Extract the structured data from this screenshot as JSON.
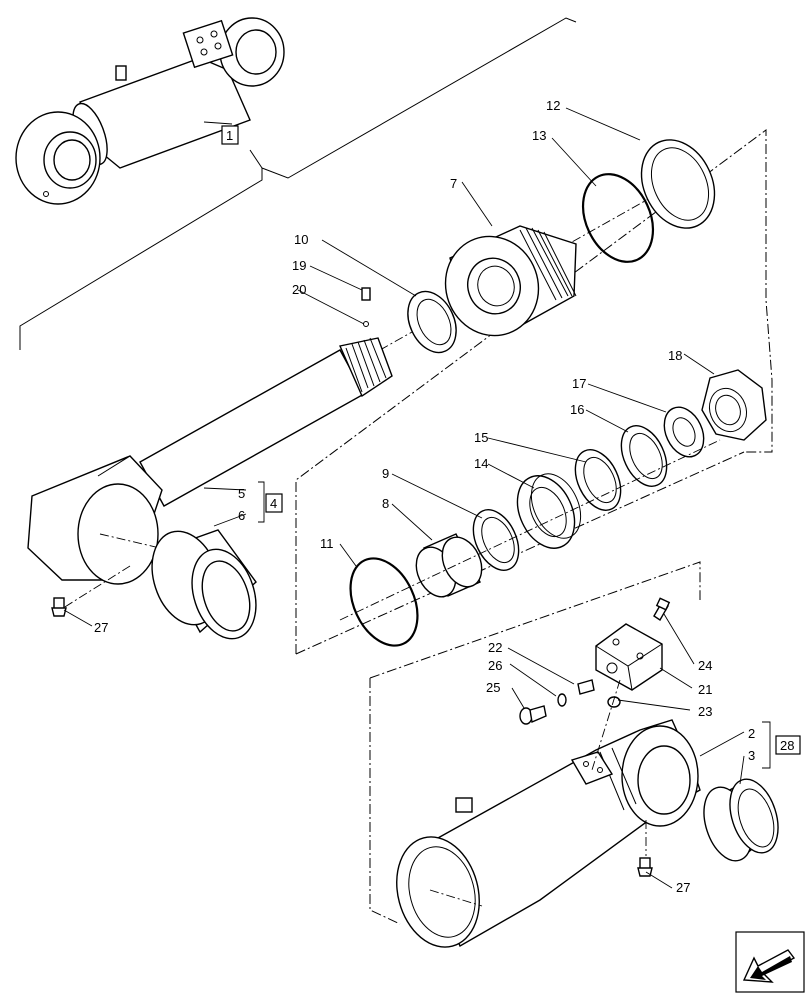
{
  "callouts": {
    "c1": "1",
    "c2": "2",
    "c3": "3",
    "c4": "4",
    "c5": "5",
    "c6": "6",
    "c7": "7",
    "c8": "8",
    "c9": "9",
    "c10": "10",
    "c11": "11",
    "c12": "12",
    "c13": "13",
    "c14": "14",
    "c15": "15",
    "c16": "16",
    "c17": "17",
    "c18": "18",
    "c19": "19",
    "c20": "20",
    "c21": "21",
    "c22": "22",
    "c23": "23",
    "c24": "24",
    "c25": "25",
    "c26": "26",
    "c27a": "27",
    "c27b": "27",
    "c28": "28"
  },
  "nav": {
    "icon": "arrow-icon"
  }
}
